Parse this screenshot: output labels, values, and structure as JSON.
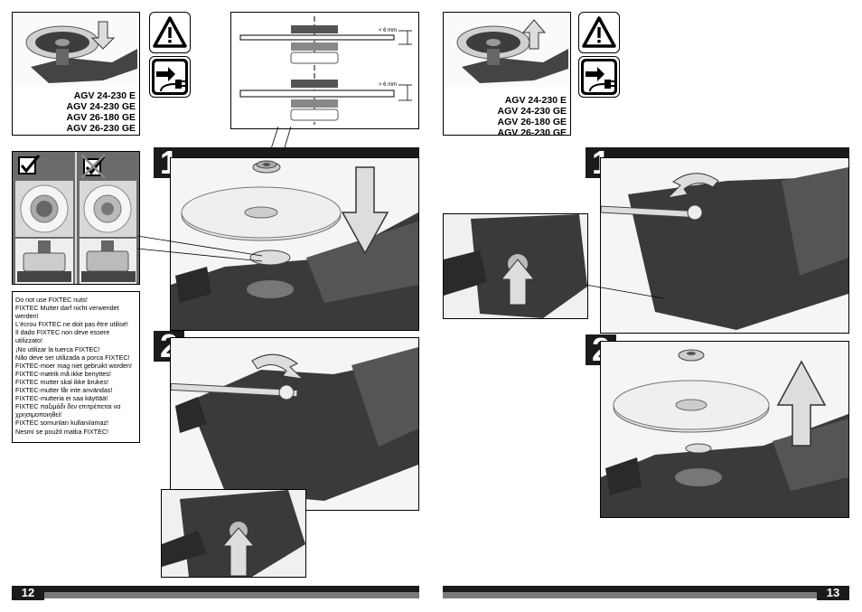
{
  "left_page": {
    "models": [
      "AGV 24-230 E",
      "AGV 24-230 GE",
      "AGV 26-180 GE",
      "AGV 26-230 GE"
    ],
    "spec_labels": [
      "< 6 mm",
      "> 6 mm"
    ],
    "steps": [
      "1",
      "2"
    ],
    "fixtec_warnings": [
      "Do not use FIXTEC nuts!",
      "FIXTEC Mutter darf nicht verwendet werden!",
      "L'écrou FIXTEC ne doit pas être utilisé!",
      "Il dado FIXTEC non deve essere utilizzato!",
      "¡No utilizar la tuerca FIXTEC!",
      "Não deve ser utilizada a porca FIXTEC!",
      "FIXTEC-moer mag niet gebruikt worden!",
      "FIXTEC-møtrik må ikke benyttes!",
      "FIXTEC mutter skal ikke brukes!",
      "FIXTEC-mutter får inte användas!",
      "FIXTEC-mutteria ei saa käyttää!",
      "FIXTEC παξιμάδι δεν επιτρέπεται να χρησιμοποιηθεί!",
      "FIXTEC somunları kullanılamaz!",
      "Nesmí se použít matka FIXTEC!"
    ],
    "page_number": "12"
  },
  "right_page": {
    "models": [
      "AGV 24-230 E",
      "AGV 24-230 GE",
      "AGV 26-180 GE",
      "AGV 26-230 GE"
    ],
    "steps": [
      "1",
      "2"
    ],
    "page_number": "13"
  },
  "icons": {
    "warning": "warning-triangle-icon",
    "unplug": "unplug-icon",
    "checkbox_ok": "checkbox-checked-icon",
    "checkbox_crossed": "checkbox-crossed-icon"
  },
  "colors": {
    "dark": "#1a1a1a",
    "tool_body": "#3a3a3a",
    "disc": "#e6e6e6",
    "panel_gray": "#6b6b6b",
    "footer_gray": "#7a7a7a"
  }
}
